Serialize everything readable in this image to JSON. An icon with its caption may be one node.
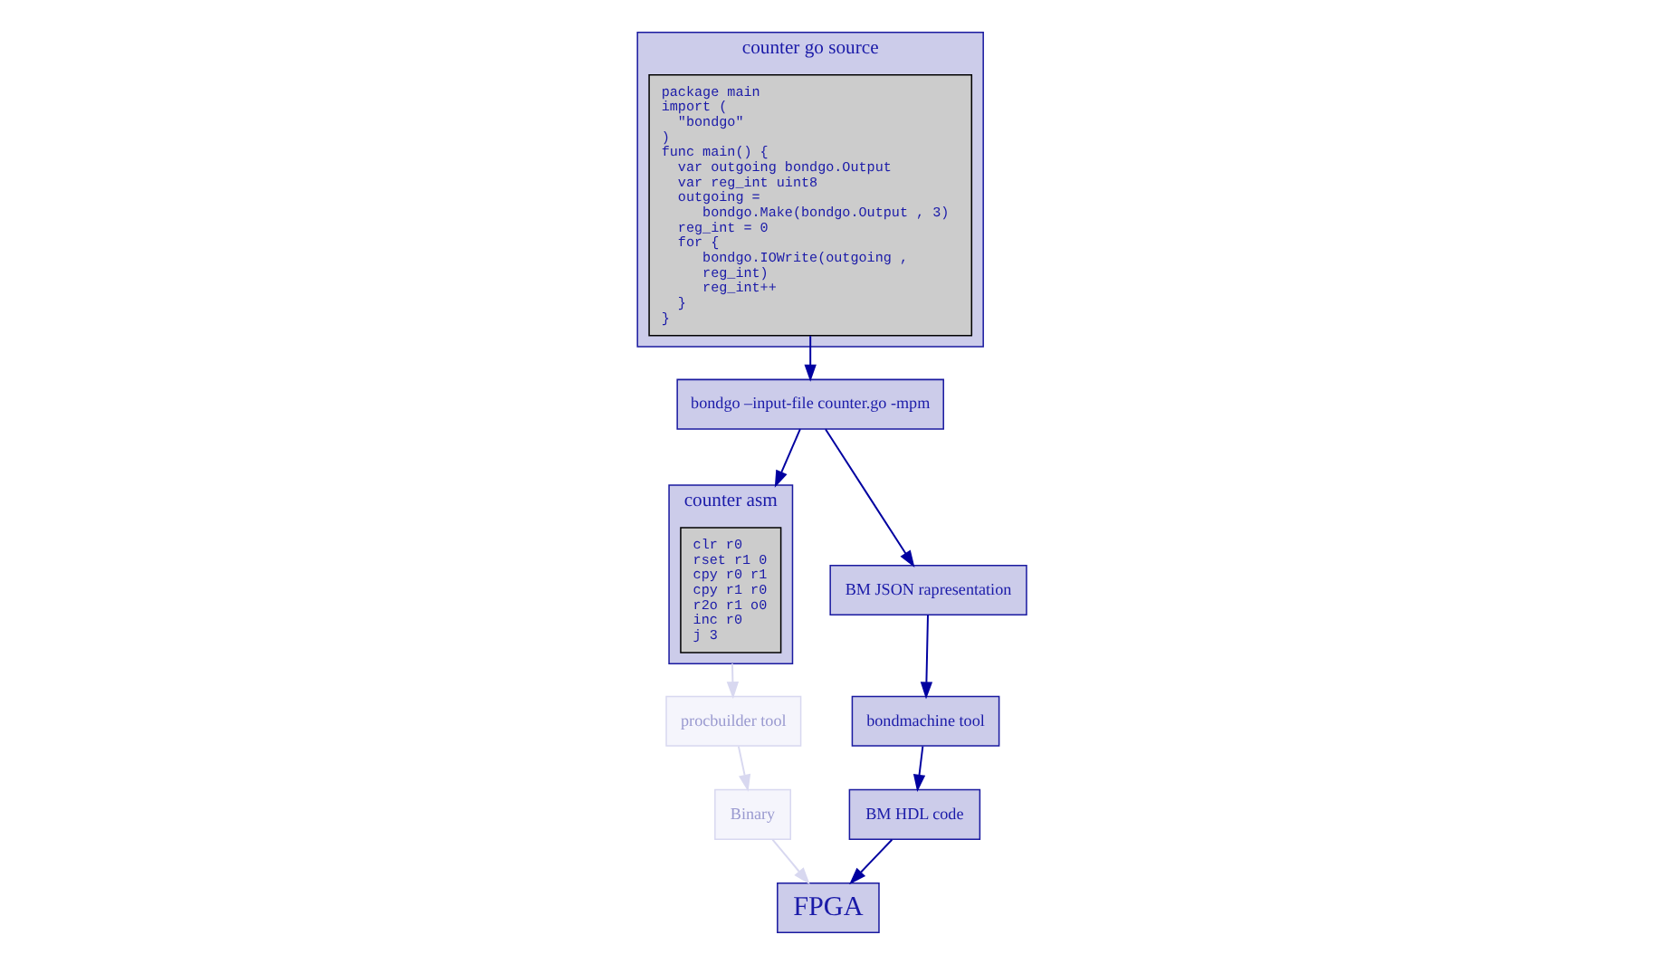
{
  "diagram": {
    "nodes": [
      {
        "text": [
          "counter go source"
        ]
      },
      {
        "text": [
          "package main",
          "import (",
          "   \"bondgo\"",
          ")",
          "func main() {",
          "   var outgoing bondgo.Output",
          "   var reg_int uint8",
          "   outgoing =",
          "      bondgo.Make(bondgo.Output , 3)",
          "   reg_int = 0",
          "   for {",
          "      bondgo.IOWrite(outgoing ,",
          "      reg_int)",
          "      reg_int++",
          "   }",
          "}"
        ],
        "in": 0
      },
      {
        "text": [
          "bondgo –input-file counter.go -mpm"
        ]
      },
      {
        "text": [
          "counter asm"
        ]
      },
      {
        "text": [
          "clr r0",
          "rset r1 0",
          "cpy r0 r1",
          "cpy r1 r0",
          "r2o r1 o0",
          "inc r0",
          "j 3"
        ],
        "in": 3
      },
      {
        "text": [
          "BM JSON rapresentation"
        ]
      },
      {
        "text": [
          "bondmachine tool"
        ]
      },
      {
        "text": [
          "BM HDL code"
        ]
      },
      {
        "text": [
          "procbuilder tool"
        ]
      },
      {
        "text": [
          "Binary"
        ]
      },
      {
        "text": [
          "FPGA"
        ]
      }
    ],
    "edges": [
      {
        "from": 1,
        "to": 2,
        "arrow": "to"
      },
      {
        "from": 2,
        "to": 5,
        "arrow": "to"
      },
      {
        "from": 2,
        "to": 3,
        "arrow": "to"
      },
      {
        "from": 5,
        "to": 6,
        "arrow": "to"
      },
      {
        "from": 6,
        "to": 7,
        "arrow": "to"
      },
      {
        "from": 7,
        "to": 10,
        "arrow": "to"
      },
      {
        "from": 3,
        "to": 8,
        "arrow": "to",
        "color": "#d8d8f0"
      },
      {
        "from": 8,
        "to": 9,
        "arrow": "to",
        "color": "#d8d8f0"
      },
      {
        "from": 9,
        "to": 10,
        "arrow": "to",
        "color": "#d8d8f0"
      }
    ]
  }
}
